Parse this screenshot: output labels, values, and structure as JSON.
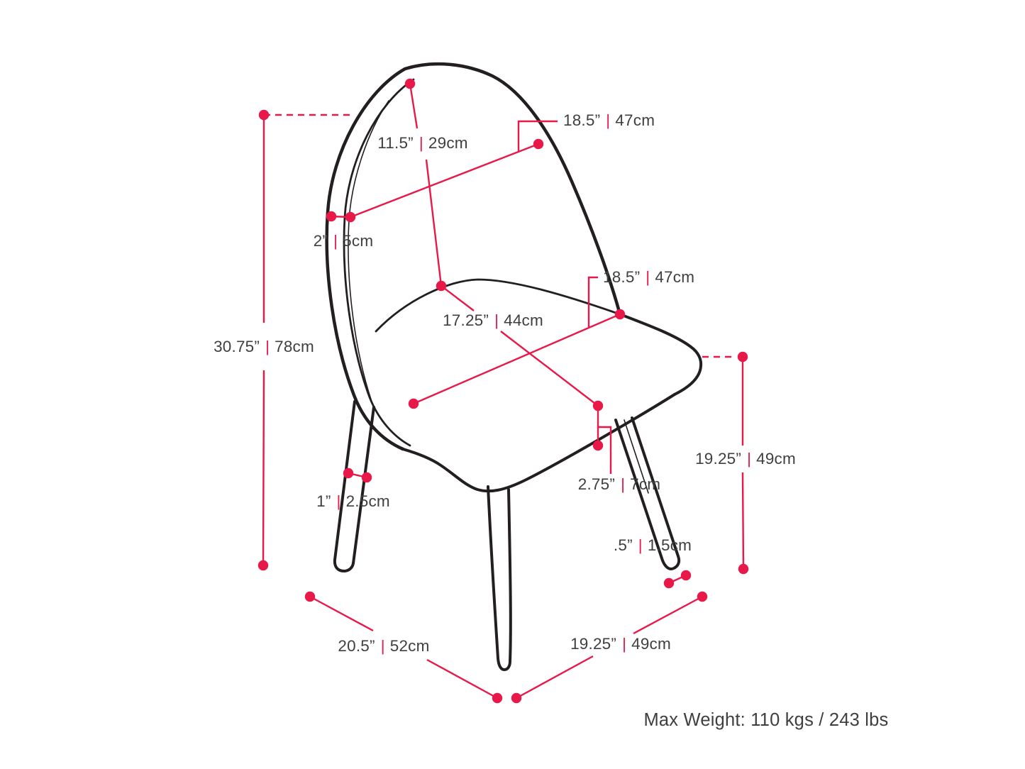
{
  "title": "Chair dimension diagram",
  "divider": "|",
  "max_weight": "Max Weight: 110 kgs / 243 lbs",
  "colors": {
    "dimension_red": "#e81949",
    "chair_line_black": "#231f20",
    "label_gray": "#3f3f41",
    "background": "#ffffff"
  },
  "measurements": [
    {
      "id": "backrest-height",
      "inch": "11.5”",
      "cm": "29cm"
    },
    {
      "id": "backrest-width",
      "inch": "18.5”",
      "cm": "47cm"
    },
    {
      "id": "backrest-thickness",
      "inch": "2”",
      "cm": "5cm"
    },
    {
      "id": "overall-height",
      "inch": "30.75”",
      "cm": "78cm"
    },
    {
      "id": "seat-depth",
      "inch": "17.25”",
      "cm": "44cm"
    },
    {
      "id": "seat-width",
      "inch": "18.5”",
      "cm": "47cm"
    },
    {
      "id": "seat-thickness",
      "inch": "2.75”",
      "cm": "7cm"
    },
    {
      "id": "seat-height",
      "inch": "19.25”",
      "cm": "49cm"
    },
    {
      "id": "leg-width",
      "inch": "1”",
      "cm": "2.5cm"
    },
    {
      "id": "foot-height",
      "inch": ".5”",
      "cm": "1.5cm"
    },
    {
      "id": "base-depth",
      "inch": "20.5”",
      "cm": "52cm"
    },
    {
      "id": "base-width",
      "inch": "19.25”",
      "cm": "49cm"
    }
  ]
}
